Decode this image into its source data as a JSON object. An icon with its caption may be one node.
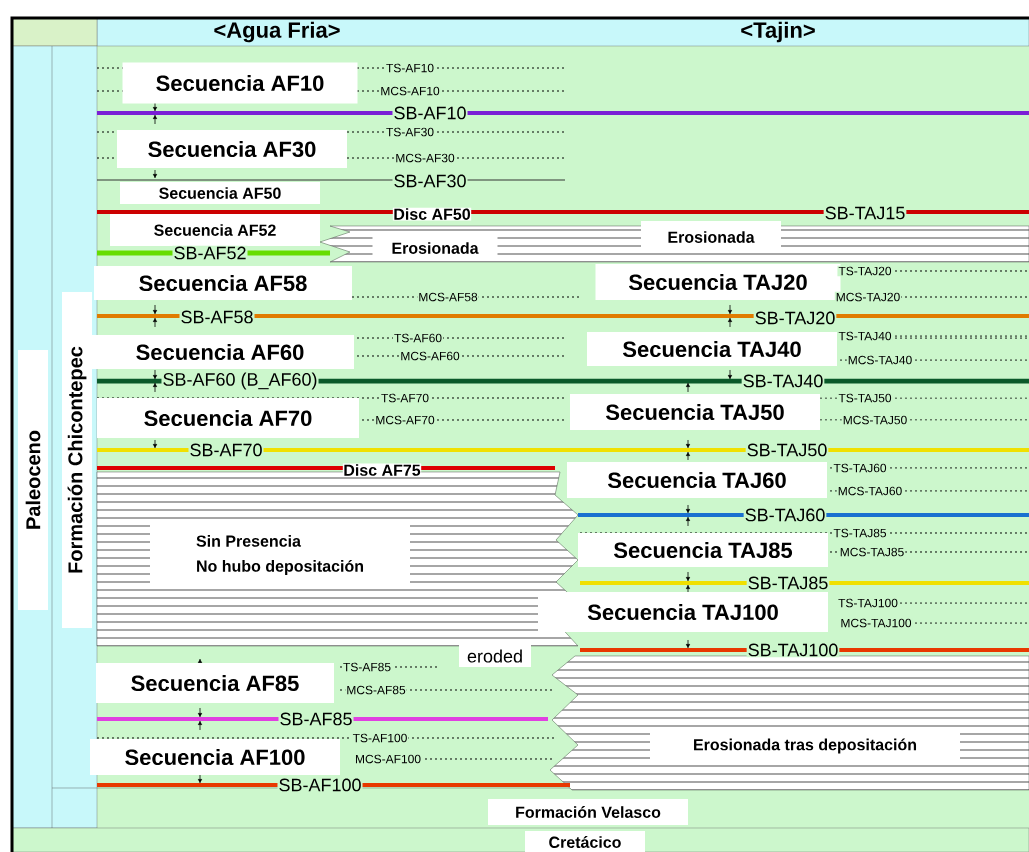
{
  "diagram": {
    "nodes": [
      {
        "text": [
          "<Agua Fria>"
        ]
      },
      {
        "text": [
          "<Tajin>"
        ]
      },
      {
        "text": [
          "Paleoceno"
        ]
      },
      {
        "text": [
          "Formación Chicontepec"
        ]
      },
      {
        "text": [
          "Secuencia AF10"
        ]
      },
      {
        "text": [
          "Secuencia AF30"
        ]
      },
      {
        "text": [
          "Secuencia AF50"
        ]
      },
      {
        "text": [
          "Secuencia AF52"
        ]
      },
      {
        "text": [
          "Erosionada"
        ]
      },
      {
        "text": [
          "Erosionada"
        ]
      },
      {
        "text": [
          "Secuencia AF58"
        ]
      },
      {
        "text": [
          "Secuencia TAJ20"
        ]
      },
      {
        "text": [
          "Secuencia AF60"
        ]
      },
      {
        "text": [
          "Secuencia TAJ40"
        ]
      },
      {
        "text": [
          "Secuencia AF70"
        ]
      },
      {
        "text": [
          "Secuencia TAJ50"
        ]
      },
      {
        "text": [
          "Secuencia TAJ60"
        ]
      },
      {
        "text": [
          "Sin Presencia",
          "No hubo depositación"
        ]
      },
      {
        "text": [
          "Secuencia TAJ85"
        ]
      },
      {
        "text": [
          "Secuencia TAJ100"
        ]
      },
      {
        "text": [
          "eroded"
        ]
      },
      {
        "text": [
          "Secuencia AF85"
        ]
      },
      {
        "text": [
          "Erosionada tras depositación"
        ]
      },
      {
        "text": [
          "Secuencia AF100"
        ]
      },
      {
        "text": [
          "Formación Velasco"
        ]
      },
      {
        "text": [
          "Cretácico"
        ]
      }
    ],
    "labels": [
      "TS-AF10",
      "MCS-AF10",
      "SB-AF10",
      "TS-AF30",
      "MCS-AF30",
      "SB-AF30",
      "Disc AF50",
      "SB-TAJ15",
      "SB-AF52",
      "TS-TAJ20",
      "MCS-AF58",
      "MCS-TAJ20",
      "SB-AF58",
      "SB-TAJ20",
      "TS-AF60",
      "TS-TAJ40",
      "MCS-AF60",
      "MCS-TAJ40",
      "SB-AF60 (B_AF60)",
      "SB-TAJ40",
      "TS-AF70",
      "TS-TAJ50",
      "MCS-AF70",
      "MCS-TAJ50",
      "SB-AF70",
      "SB-TAJ50",
      "Disc AF75",
      "TS-TAJ60",
      "MCS-TAJ60",
      "SB-TAJ60",
      "TS-TAJ85",
      "MCS-TAJ85",
      "SB-TAJ85",
      "TS-TAJ100",
      "MCS-TAJ100",
      "SB-TAJ100",
      "TS-AF85",
      "MCS-AF85",
      "SB-AF85",
      "TS-AF100",
      "MCS-AF100",
      "SB-AF100"
    ]
  }
}
